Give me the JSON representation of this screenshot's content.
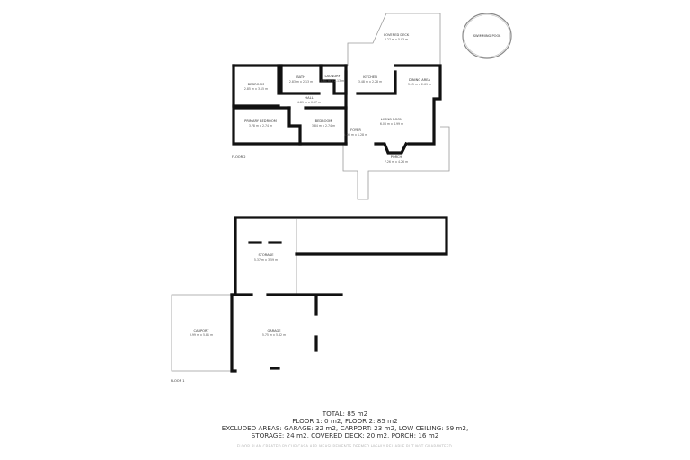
{
  "floor2": {
    "label": "FLOOR 2",
    "rooms": [
      {
        "name": "COVERED DECK",
        "dims": "8.27 m x 5.93 m"
      },
      {
        "name": "SWIMMING POOL",
        "dims": ""
      },
      {
        "name": "BEDROOM",
        "dims": "2.85 m x 3.15 m"
      },
      {
        "name": "BATH",
        "dims": "2.83 m x 2.13 m"
      },
      {
        "name": "LAUNDRY",
        "dims": "1.61 m x 2.13 m"
      },
      {
        "name": "KITCHEN",
        "dims": "3.48 m x 2.28 m"
      },
      {
        "name": "DINING AREA",
        "dims": "3.15 m x 2.69 m"
      },
      {
        "name": "HALL",
        "dims": "4.89 m x 0.97 m"
      },
      {
        "name": "PRIMARY BEDROOM",
        "dims": "3.78 m x 2.74 m"
      },
      {
        "name": "BEDROOM",
        "dims": "3.84 m x 2.74 m"
      },
      {
        "name": "LIVING ROOM",
        "dims": "6.08 m x 4.99 m"
      },
      {
        "name": "FOYER",
        "dims": "1.90 m x 1.28 m"
      },
      {
        "name": "PORCH",
        "dims": "7.26 m x 4.26 m"
      }
    ]
  },
  "floor1": {
    "label": "FLOOR 1",
    "rooms": [
      {
        "name": "STORAGE",
        "dims": "5.37 m x 3.59 m"
      },
      {
        "name": "CARPORT",
        "dims": "3.99 m x 5.81 m"
      },
      {
        "name": "GARAGE",
        "dims": "5.75 m x 5.82 m"
      }
    ]
  },
  "summary": {
    "total": "TOTAL: 85 m2",
    "floors": "FLOOR 1: 0 m2, FLOOR 2: 85 m2",
    "excluded_1": "EXCLUDED AREAS: GARAGE: 32 m2, CARPORT: 23 m2, LOW CEILING: 59 m2,",
    "excluded_2": "STORAGE: 24 m2, COVERED DECK: 20 m2, PORCH: 16 m2",
    "disclaimer": "FLOOR PLAN CREATED BY CUBICASA APP. MEASUREMENTS DEEMED HIGHLY RELIABLE BUT NOT GUARANTEED."
  }
}
